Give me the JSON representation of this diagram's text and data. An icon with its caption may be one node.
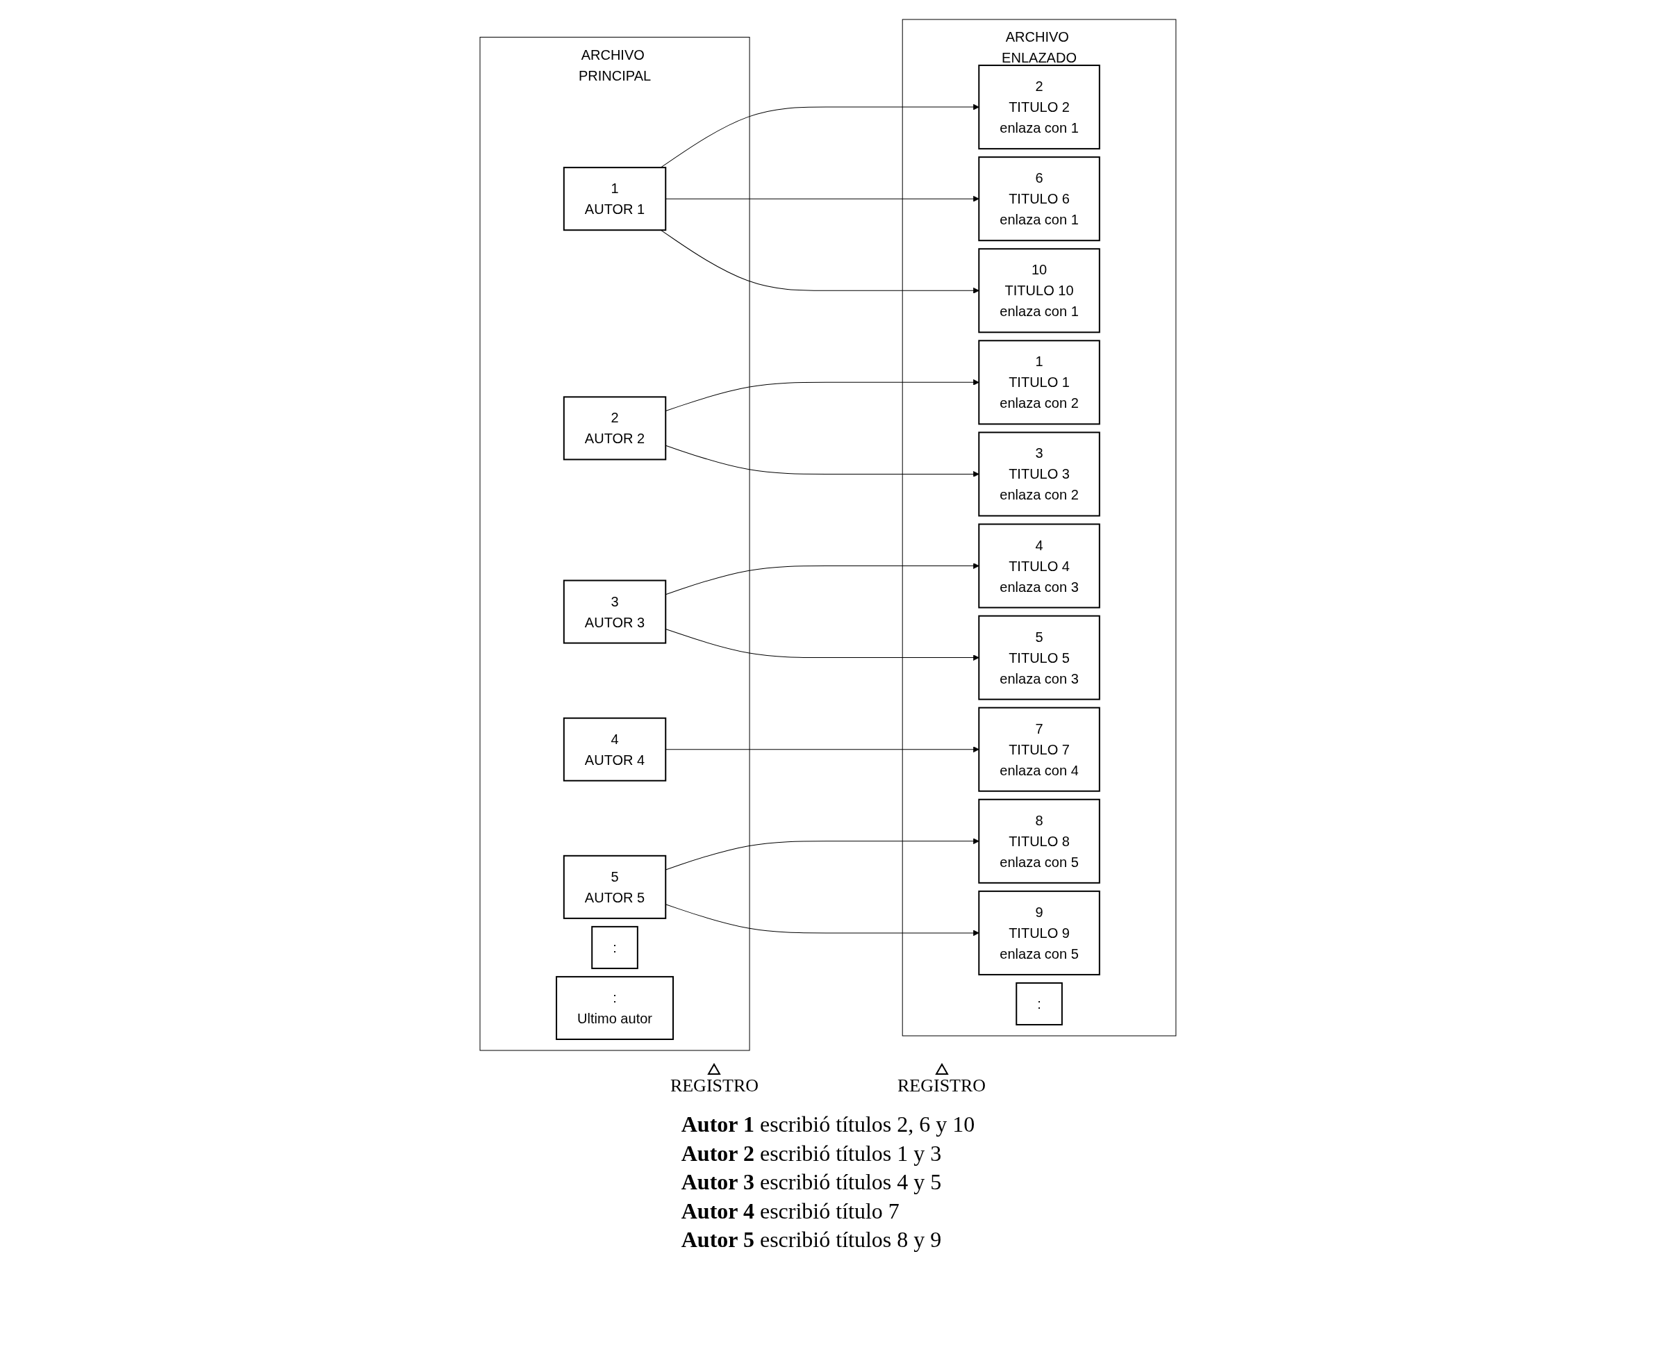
{
  "diagram": {
    "nodes": [
      {
        "text": [
          "ARCHIVO PRINCIPAL"
        ]
      },
      {
        "text": [
          "1",
          "AUTOR 1"
        ],
        "in": 0
      },
      {
        "text": [
          "2",
          "AUTOR 2"
        ],
        "in": 0
      },
      {
        "text": [
          "3",
          "AUTOR 3"
        ],
        "in": 0
      },
      {
        "text": [
          "4",
          "AUTOR 4"
        ],
        "in": 0
      },
      {
        "text": [
          "5",
          "AUTOR 5"
        ],
        "in": 0
      },
      {
        "text": [
          ":"
        ],
        "in": 0
      },
      {
        "text": [
          ":",
          "Ultimo autor"
        ],
        "in": 0
      },
      {
        "text": [
          "ARCHIVO ENLAZADO"
        ]
      },
      {
        "text": [
          "1",
          "TITULO 1",
          "enlaza con 2"
        ],
        "in": 8
      },
      {
        "text": [
          "2",
          "TITULO 2",
          "enlaza con 1"
        ],
        "in": 8
      },
      {
        "text": [
          "3",
          "TITULO 3",
          "enlaza con 2"
        ],
        "in": 8
      },
      {
        "text": [
          "4",
          "TITULO 4",
          "enlaza con 3"
        ],
        "in": 8
      },
      {
        "text": [
          "5",
          "TITULO 5",
          "enlaza con 3"
        ],
        "in": 8
      },
      {
        "text": [
          "6",
          "TITULO 6",
          "enlaza con 1"
        ],
        "in": 8
      },
      {
        "text": [
          "7",
          "TITULO 7",
          "enlaza con 4"
        ],
        "in": 8
      },
      {
        "text": [
          "8",
          "TITULO 8",
          "enlaza con 5"
        ],
        "in": 8
      },
      {
        "text": [
          "9",
          "TITULO 9",
          "enlaza con 5"
        ],
        "in": 8
      },
      {
        "text": [
          "10",
          "TITULO 10",
          "enlaza con 1"
        ],
        "in": 8
      },
      {
        "text": [
          ":"
        ],
        "in": 8
      }
    ],
    "edges": [
      {
        "from": 1,
        "to": 10,
        "arrow": "to"
      },
      {
        "from": 1,
        "to": 14,
        "arrow": "to"
      },
      {
        "from": 1,
        "to": 18,
        "arrow": "to"
      },
      {
        "from": 2,
        "to": 9,
        "arrow": "to"
      },
      {
        "from": 2,
        "to": 11,
        "arrow": "to"
      },
      {
        "from": 3,
        "to": 12,
        "arrow": "to"
      },
      {
        "from": 3,
        "to": 13,
        "arrow": "to"
      },
      {
        "from": 4,
        "to": 15,
        "arrow": "to"
      },
      {
        "from": 5,
        "to": 16,
        "arrow": "to"
      },
      {
        "from": 5,
        "to": 17,
        "arrow": "to"
      }
    ],
    "labels": [
      "REGISTRO",
      "REGISTRO",
      "**Autor 1** escribió títulos 2, 6 y 10",
      "**Autor 2** escribió títulos 1 y 3",
      "**Autor 3** escribió títulos 4 y 5",
      "**Autor 4** escribió título 7",
      "**Autor 5** escribió títulos 8 y 9"
    ]
  }
}
